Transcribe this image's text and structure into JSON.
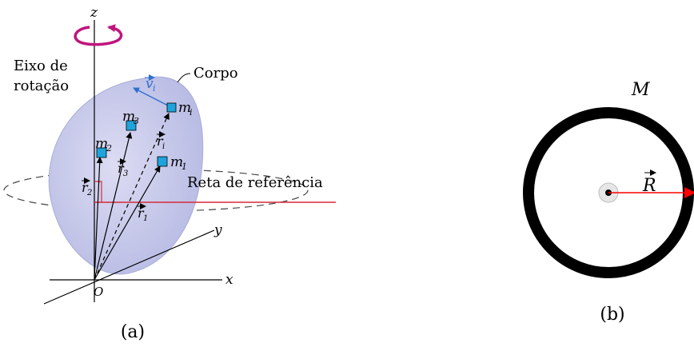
{
  "panel_a": {
    "caption": "(a)",
    "axes": {
      "z": "z",
      "y": "y",
      "x": "x",
      "origin": "O"
    },
    "axis_label_line1": "Eixo de",
    "axis_label_line2": "rotação",
    "body_label": "Corpo",
    "reference_line_label": "Reta de referência",
    "velocity_label": "v",
    "velocity_sub": "i",
    "masses": [
      {
        "m": "m",
        "sub": "i"
      },
      {
        "m": "m",
        "sub": "3"
      },
      {
        "m": "m",
        "sub": "2"
      },
      {
        "m": "m",
        "sub": "1"
      }
    ],
    "vectors": [
      {
        "r": "r",
        "sub": "i"
      },
      {
        "r": "r",
        "sub": "3"
      },
      {
        "r": "r",
        "sub": "2"
      },
      {
        "r": "r",
        "sub": "1"
      }
    ],
    "colors": {
      "body_fill": "#c7c9ea",
      "mass_square": "#1fa3dc",
      "rotation_arrow": "#c0157d",
      "reference_line": "#d42a3a",
      "velocity": "#2f6fd1"
    }
  },
  "panel_b": {
    "caption": "(b)",
    "mass_label": "M",
    "radius_label": "R",
    "colors": {
      "ring": "#000000",
      "radius_arrow": "#ff0000"
    }
  }
}
